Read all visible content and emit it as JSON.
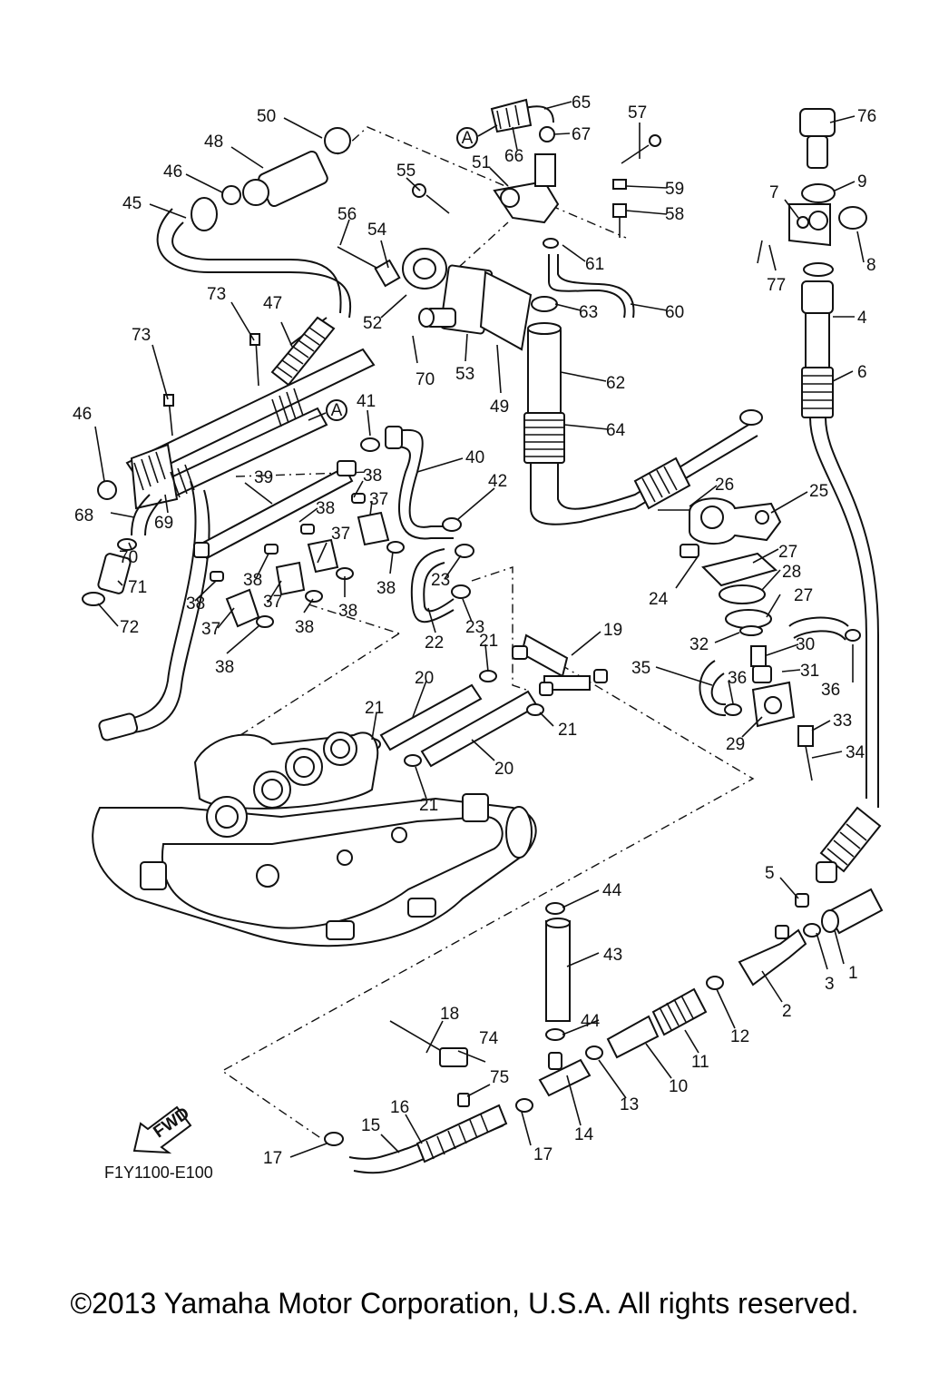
{
  "diagram": {
    "code": "F1Y1100-E100",
    "fwd_label": "FWD",
    "marker_a": "A",
    "callouts": [
      "1",
      "2",
      "3",
      "4",
      "5",
      "6",
      "7",
      "8",
      "9",
      "10",
      "11",
      "12",
      "13",
      "14",
      "15",
      "16",
      "17",
      "18",
      "19",
      "20",
      "21",
      "22",
      "23",
      "24",
      "25",
      "26",
      "27",
      "28",
      "29",
      "30",
      "31",
      "32",
      "33",
      "34",
      "35",
      "36",
      "37",
      "38",
      "39",
      "40",
      "41",
      "42",
      "43",
      "44",
      "45",
      "46",
      "47",
      "48",
      "49",
      "50",
      "51",
      "52",
      "53",
      "54",
      "55",
      "56",
      "57",
      "58",
      "59",
      "60",
      "61",
      "62",
      "63",
      "64",
      "65",
      "66",
      "67",
      "68",
      "69",
      "70",
      "71",
      "72",
      "73",
      "74",
      "75",
      "76",
      "77"
    ]
  },
  "footer": {
    "copyright": "©2013 Yamaha Motor Corporation, U.S.A. All rights reserved."
  }
}
